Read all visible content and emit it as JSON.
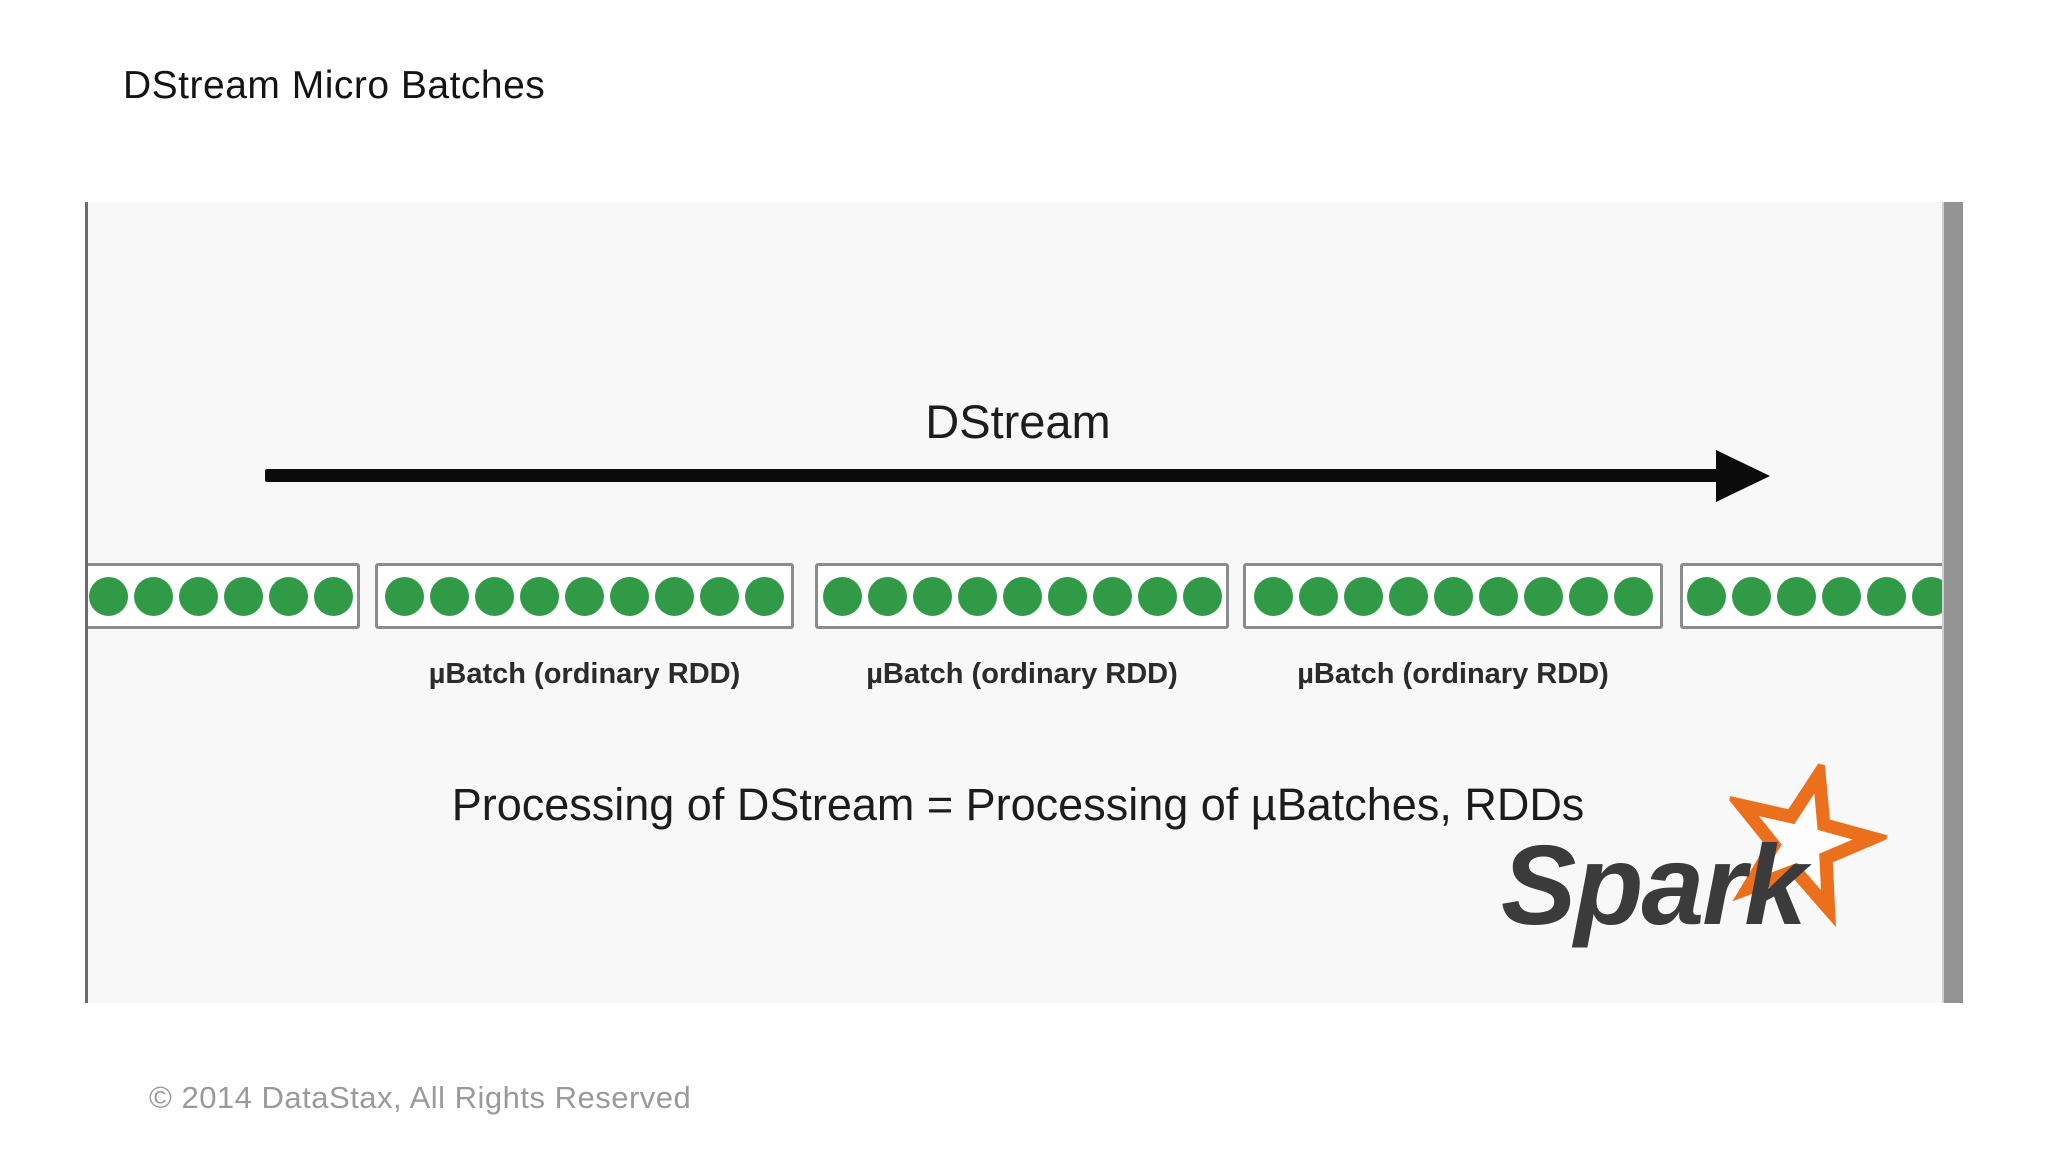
{
  "page": {
    "title": "DStream Micro Batches",
    "footer": "© 2014 DataStax, All Rights Reserved"
  },
  "slide": {
    "stream_label": "DStream",
    "equation": "Processing of DStream = Processing of µBatches, RDDs",
    "spark_wordmark": "Spark",
    "batches": [
      {
        "visible_dots": 6,
        "label": ""
      },
      {
        "visible_dots": 9,
        "label": "µBatch (ordinary RDD)"
      },
      {
        "visible_dots": 9,
        "label": "µBatch (ordinary RDD)"
      },
      {
        "visible_dots": 9,
        "label": "µBatch (ordinary RDD)"
      },
      {
        "visible_dots": 6,
        "label": ""
      }
    ],
    "colors": {
      "dot_green": "#319a47",
      "box_border": "#8c8c8c",
      "arrow": "#0b0b0b",
      "frame_bg": "#f8f8f9",
      "scrollbar": "#939393",
      "spark_orange": "#ec6f1c",
      "spark_text": "#3b3b3b",
      "footer_text": "#9a9a9a"
    }
  }
}
